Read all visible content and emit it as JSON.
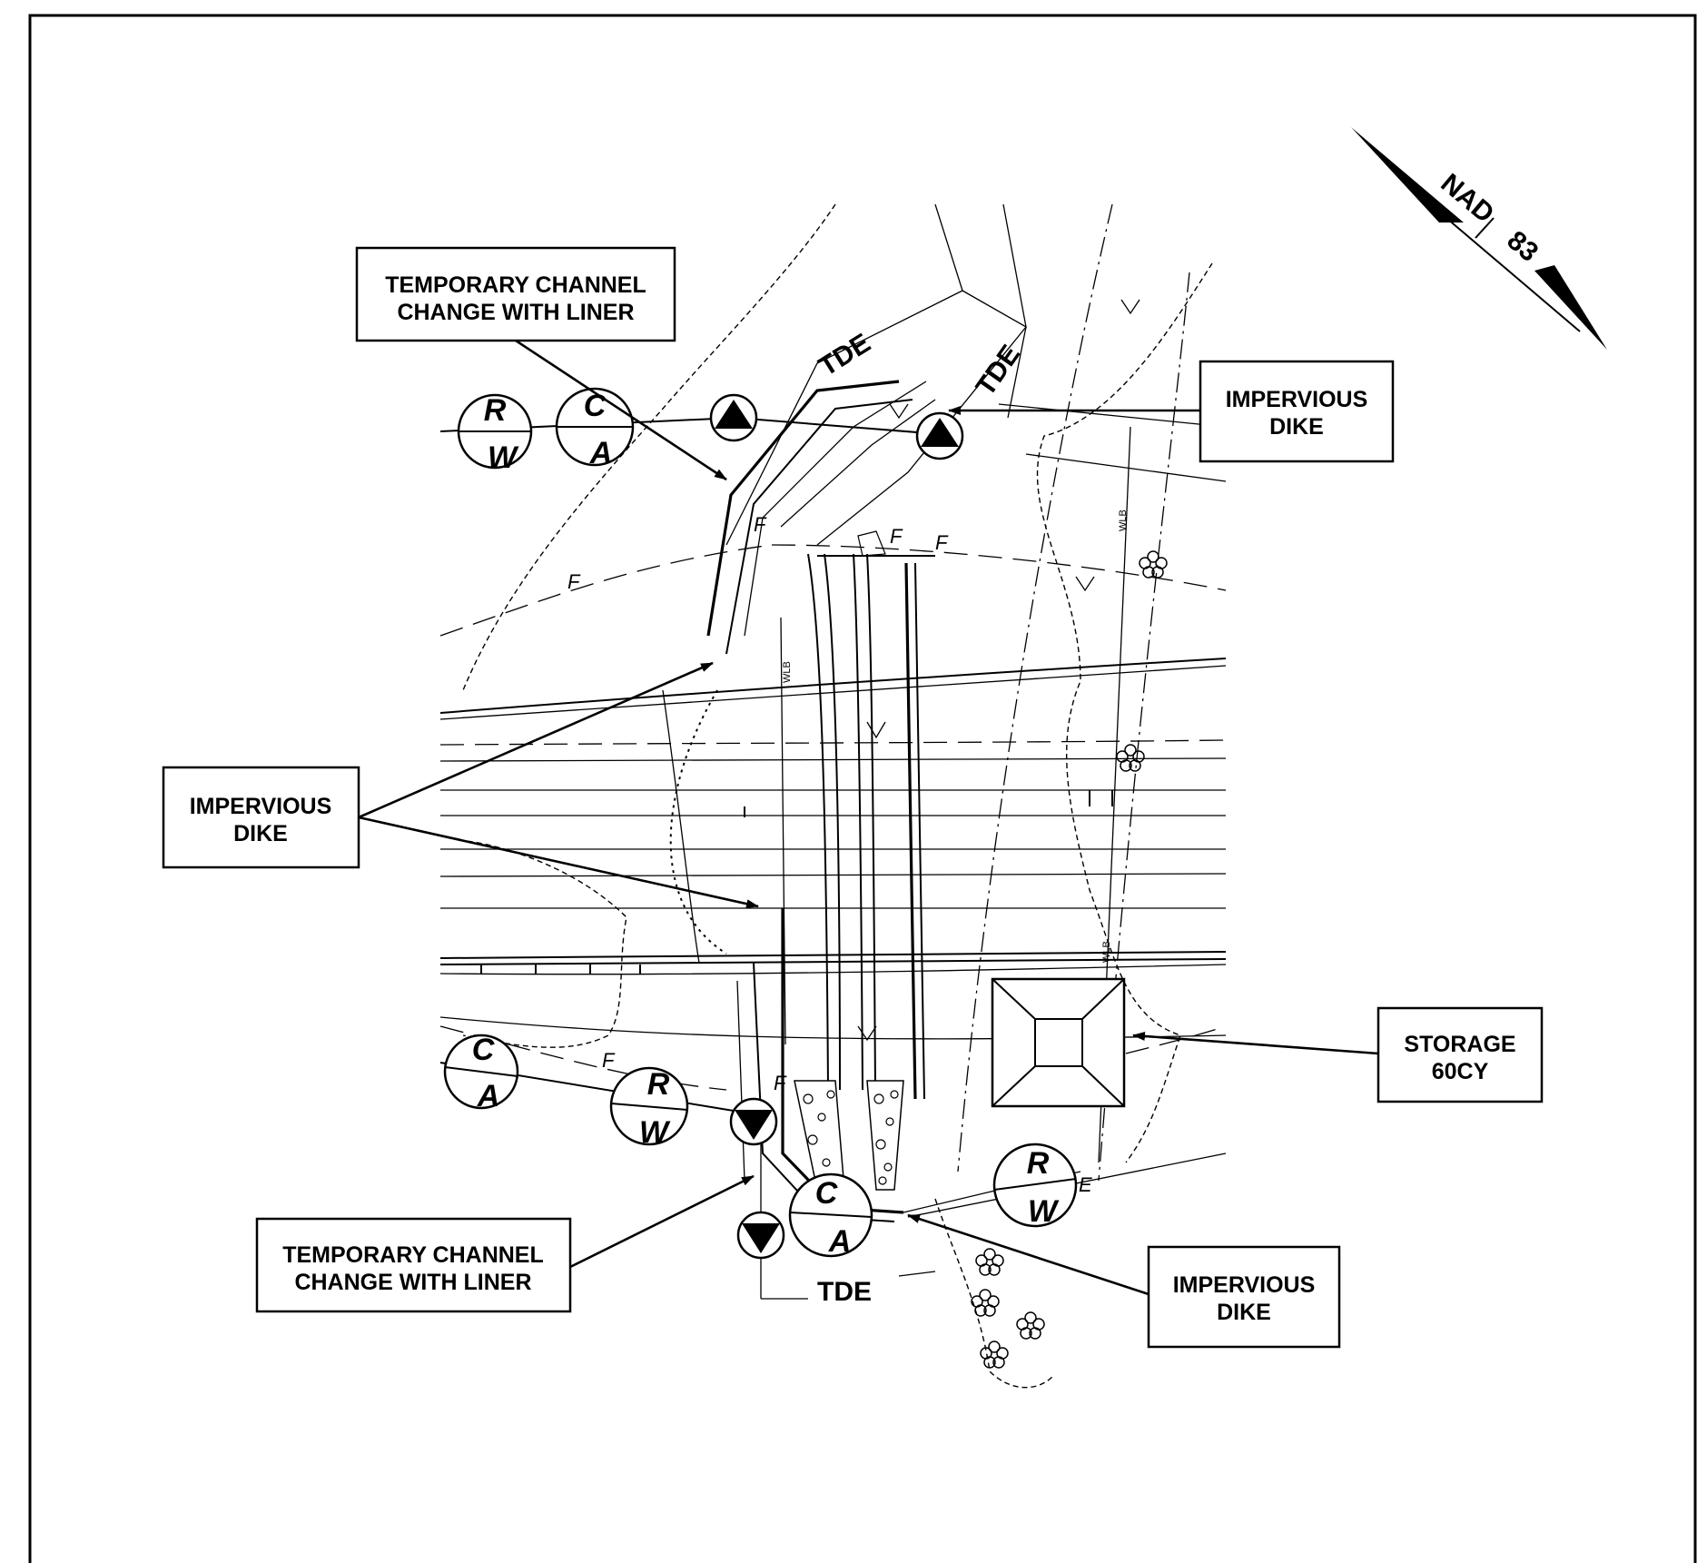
{
  "labels": {
    "channel_top": [
      "TEMPORARY CHANNEL",
      "CHANGE WITH LINER"
    ],
    "dike_top_right": [
      "IMPERVIOUS",
      "DIKE"
    ],
    "dike_left": [
      "IMPERVIOUS",
      "DIKE"
    ],
    "storage": [
      "STORAGE",
      "60CY"
    ],
    "channel_bottom": [
      "TEMPORARY CHANNEL",
      "CHANGE WITH LINER"
    ],
    "dike_bottom_right": [
      "IMPERVIOUS",
      "DIKE"
    ]
  },
  "north_arrow": {
    "text_a": "NAD",
    "text_b": "83"
  },
  "tde": {
    "t1": "TDE",
    "t2": "TDE",
    "t3": "TDE"
  },
  "circles": {
    "rw1": {
      "top": "R",
      "bottom": "W"
    },
    "ca1": {
      "top": "C",
      "bottom": "A"
    },
    "ca2": {
      "top": "C",
      "bottom": "A"
    },
    "rw2": {
      "top": "R",
      "bottom": "W"
    },
    "ca3": {
      "top": "C",
      "bottom": "A"
    },
    "rw3": {
      "top": "R",
      "bottom": "W"
    }
  },
  "marks": {
    "wlb": "WLB",
    "f": "F",
    "e": "E"
  }
}
